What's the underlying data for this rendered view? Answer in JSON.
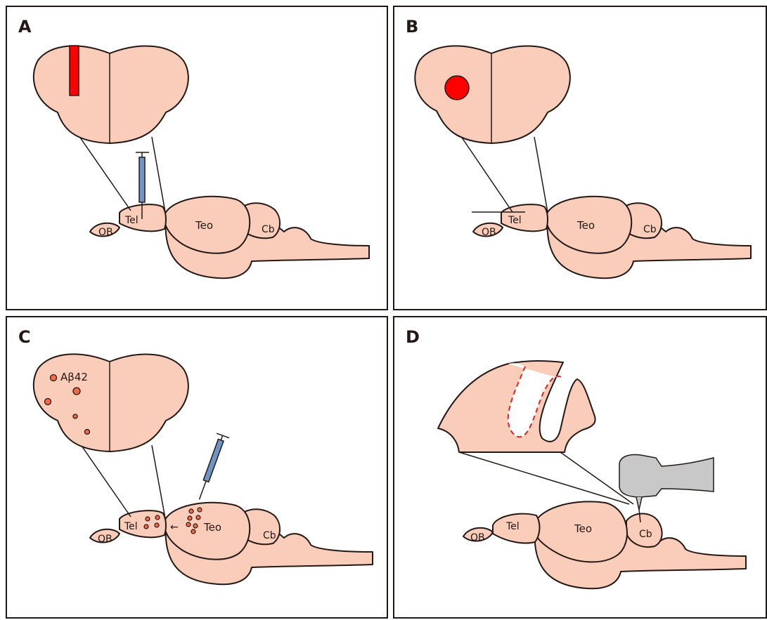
{
  "panels": [
    {
      "letter": "A"
    },
    {
      "letter": "B"
    },
    {
      "letter": "C"
    },
    {
      "letter": "D"
    }
  ],
  "labels": {
    "ob": "OB",
    "tel": "Tel",
    "teo": "Teo",
    "cb": "Cb",
    "abeta": "Aβ42",
    "arrow": "←"
  },
  "colors": {
    "tissue": "#f9cdb9",
    "outline": "#231815",
    "lesion_red": "#ff0000",
    "amyloid_dot": "#f36a45",
    "syringe_blue": "#6f95c3",
    "drill_gray": "#c8c8c8",
    "cut_dash": "#e02020"
  },
  "icons": [
    "syringe-icon",
    "knife-blade",
    "dental-drill-icon"
  ]
}
